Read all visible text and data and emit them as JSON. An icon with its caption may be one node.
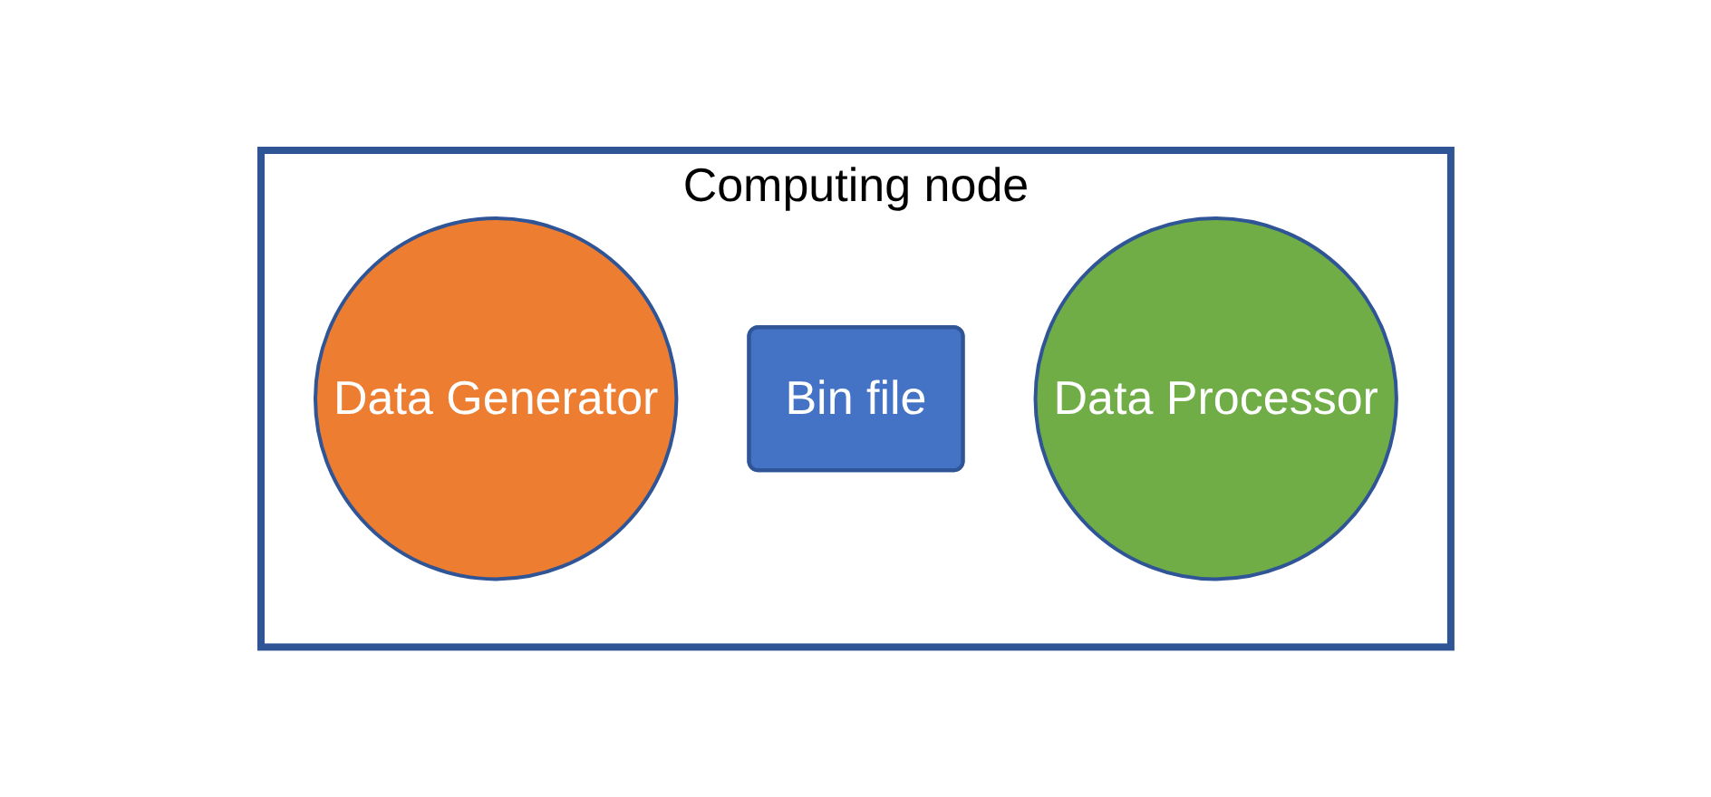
{
  "diagram": {
    "nodes": [
      {
        "text": [
          "Computing node"
        ]
      },
      {
        "text": [
          "Data Generator"
        ],
        "in": 0
      },
      {
        "text": [
          "Bin file"
        ],
        "in": 0
      },
      {
        "text": [
          "Data Processor"
        ],
        "in": 0
      }
    ]
  }
}
